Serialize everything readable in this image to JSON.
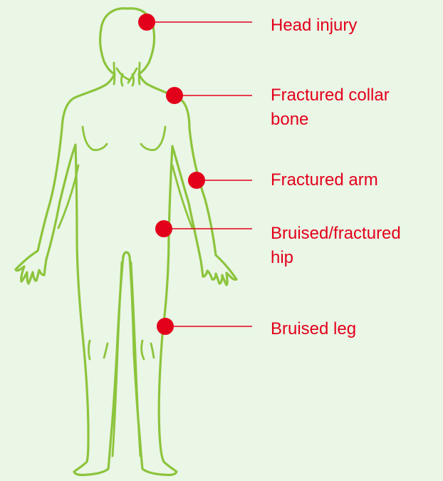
{
  "colors": {
    "background": "#eaf6e6",
    "body_outline": "#8cc43c",
    "injury_marker": "#e3001b",
    "label_text": "#e3001b"
  },
  "icons": {
    "figure": "human-body-outline-icon",
    "marker": "injury-dot-icon"
  },
  "injuries": [
    {
      "id": "head",
      "label_lines": [
        "Head injury"
      ]
    },
    {
      "id": "collar",
      "label_lines": [
        "Fractured collar",
        "bone"
      ]
    },
    {
      "id": "arm",
      "label_lines": [
        "Fractured arm"
      ]
    },
    {
      "id": "hip",
      "label_lines": [
        "Bruised/fractured",
        "hip"
      ]
    },
    {
      "id": "leg",
      "label_lines": [
        "Bruised leg"
      ]
    }
  ]
}
